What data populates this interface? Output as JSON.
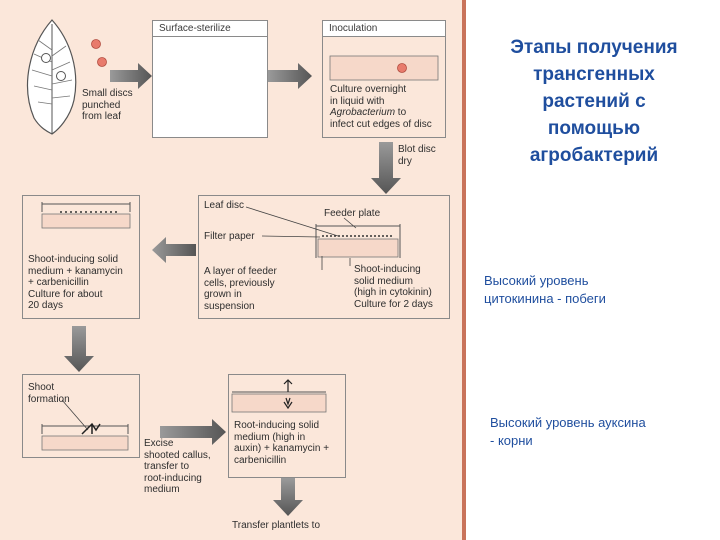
{
  "diagram": {
    "small_discs_label": "Small discs\npunched\nfrom leaf",
    "surface_sterilize_title": "Surface-sterilize",
    "inoculation_title": "Inoculation",
    "culture_overnight_pre": "Culture overnight\nin liquid with\n",
    "agrobacterium": "Agrobacterium",
    "culture_overnight_post": " to\ninfect cut edges of disc",
    "blot_disc_label": "Blot disc\ndry",
    "leaf_disc_label": "Leaf disc",
    "feeder_plate_label": "Feeder plate",
    "filter_paper_label": "Filter paper",
    "feeder_cells_label": "A layer of feeder\ncells, previously\ngrown in\nsuspension",
    "shoot_inducing_medium_label": "Shoot-inducing\nsolid medium\n(high in cytokinin)\nCulture for 2 days",
    "shoot_inducing_kan_label": "Shoot-inducing solid\nmedium + kanamycin\n+ carbenicillin\nCulture for about\n20 days",
    "shoot_formation_label": "Shoot\nformation",
    "excise_label": "Excise\nshooted callus,\ntransfer to\nroot-inducing\nmedium",
    "root_inducing_label": "Root-inducing solid\nmedium (high in\nauxin) + kanamycin +\ncarbenicillin",
    "transfer_plantlets_label": "Transfer plantlets to"
  },
  "sidebar": {
    "title": "Этапы получения\nтрансгенных\nрастений с\nпомощью\nагробактерий",
    "note_cytokinin": "Высокий уровень\nцитокинина - побеги",
    "note_auxin": "Высокий уровень ауксина\n- корни"
  },
  "colors": {
    "panel_bg": "#fbe7da",
    "medium_fill": "#f6d8c9",
    "disc_fill": "#e87b6c",
    "arrow_gray": "#6e6e6e",
    "sidebar_text": "#1f4e9e"
  }
}
